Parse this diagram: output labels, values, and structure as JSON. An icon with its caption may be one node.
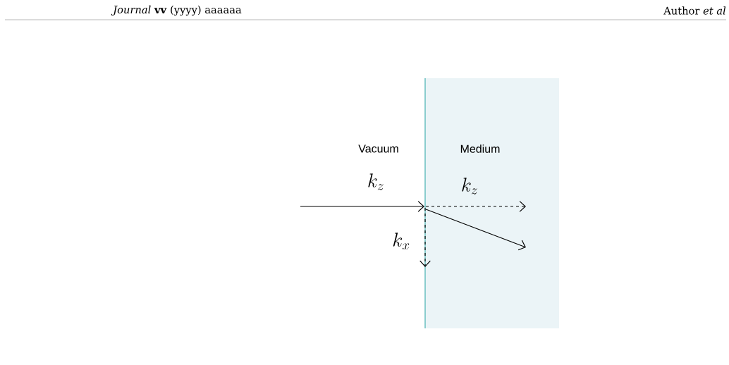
{
  "diagram": {
    "nodes": [
      {
        "text": [
          "Medium"
        ]
      }
    ],
    "labels": [
      "*Journal* **vv** (yyyy) aaaaaa",
      "Author *et al*",
      "Vacuum",
      "k_z",
      "k_z",
      "k_x"
    ]
  }
}
